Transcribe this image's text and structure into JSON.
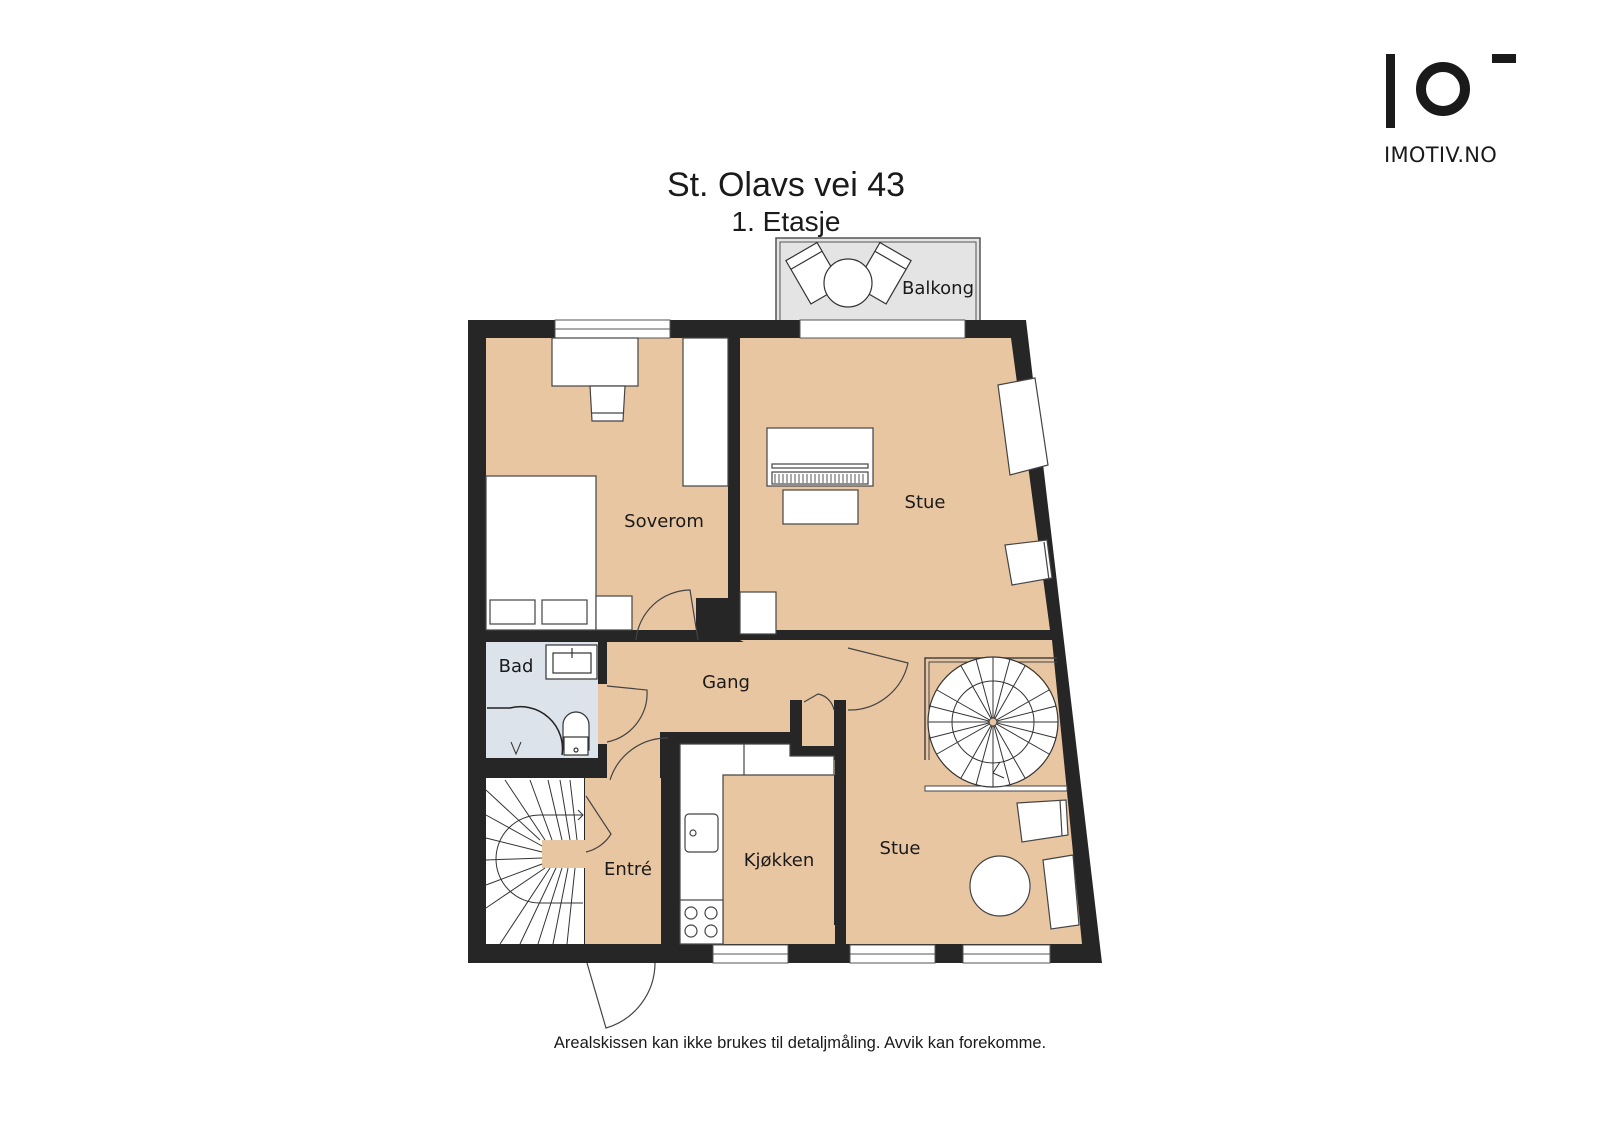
{
  "header": {
    "address": "St. Olavs vei 43",
    "floor": "1. Etasje"
  },
  "logo": {
    "text": "IMOTIV.NO",
    "icon": "imotiv-logo-icon"
  },
  "rooms": {
    "balkong": "Balkong",
    "soverom": "Soverom",
    "stue_upper": "Stue",
    "bad": "Bad",
    "gang": "Gang",
    "entre": "Entré",
    "kjokken": "Kjøkken",
    "stue_lower": "Stue"
  },
  "colors": {
    "floor": "#e9c6a2",
    "bathroom": "#dde3ea",
    "wall": "#262626",
    "balcony": "#e4e4e4",
    "furniture": "#ffffff"
  },
  "footer": {
    "disclaimer": "Arealskissen kan ikke brukes til detaljmåling. Avvik kan forekomme."
  }
}
